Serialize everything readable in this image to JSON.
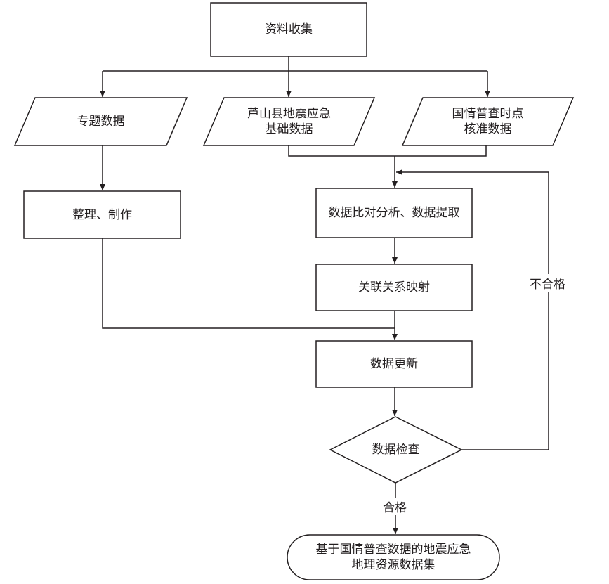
{
  "nodes": {
    "collect": "资料收集",
    "topic_data": "专题数据",
    "lushan_data": [
      "芦山县地震应急",
      "基础数据"
    ],
    "census_data": [
      "国情普查时点",
      "核准数据"
    ],
    "organize": "整理、制作",
    "compare": "数据比对分析、数据提取",
    "mapping": "关联关系映射",
    "update": "数据更新",
    "check": "数据检查",
    "result": [
      "基于国情普查数据的地震应急",
      "地理资源数据集"
    ]
  },
  "edges": {
    "fail": "不合格",
    "pass": "合格"
  },
  "colors": {
    "stroke": "#231f20",
    "text": "#231f20",
    "background": "#ffffff"
  }
}
